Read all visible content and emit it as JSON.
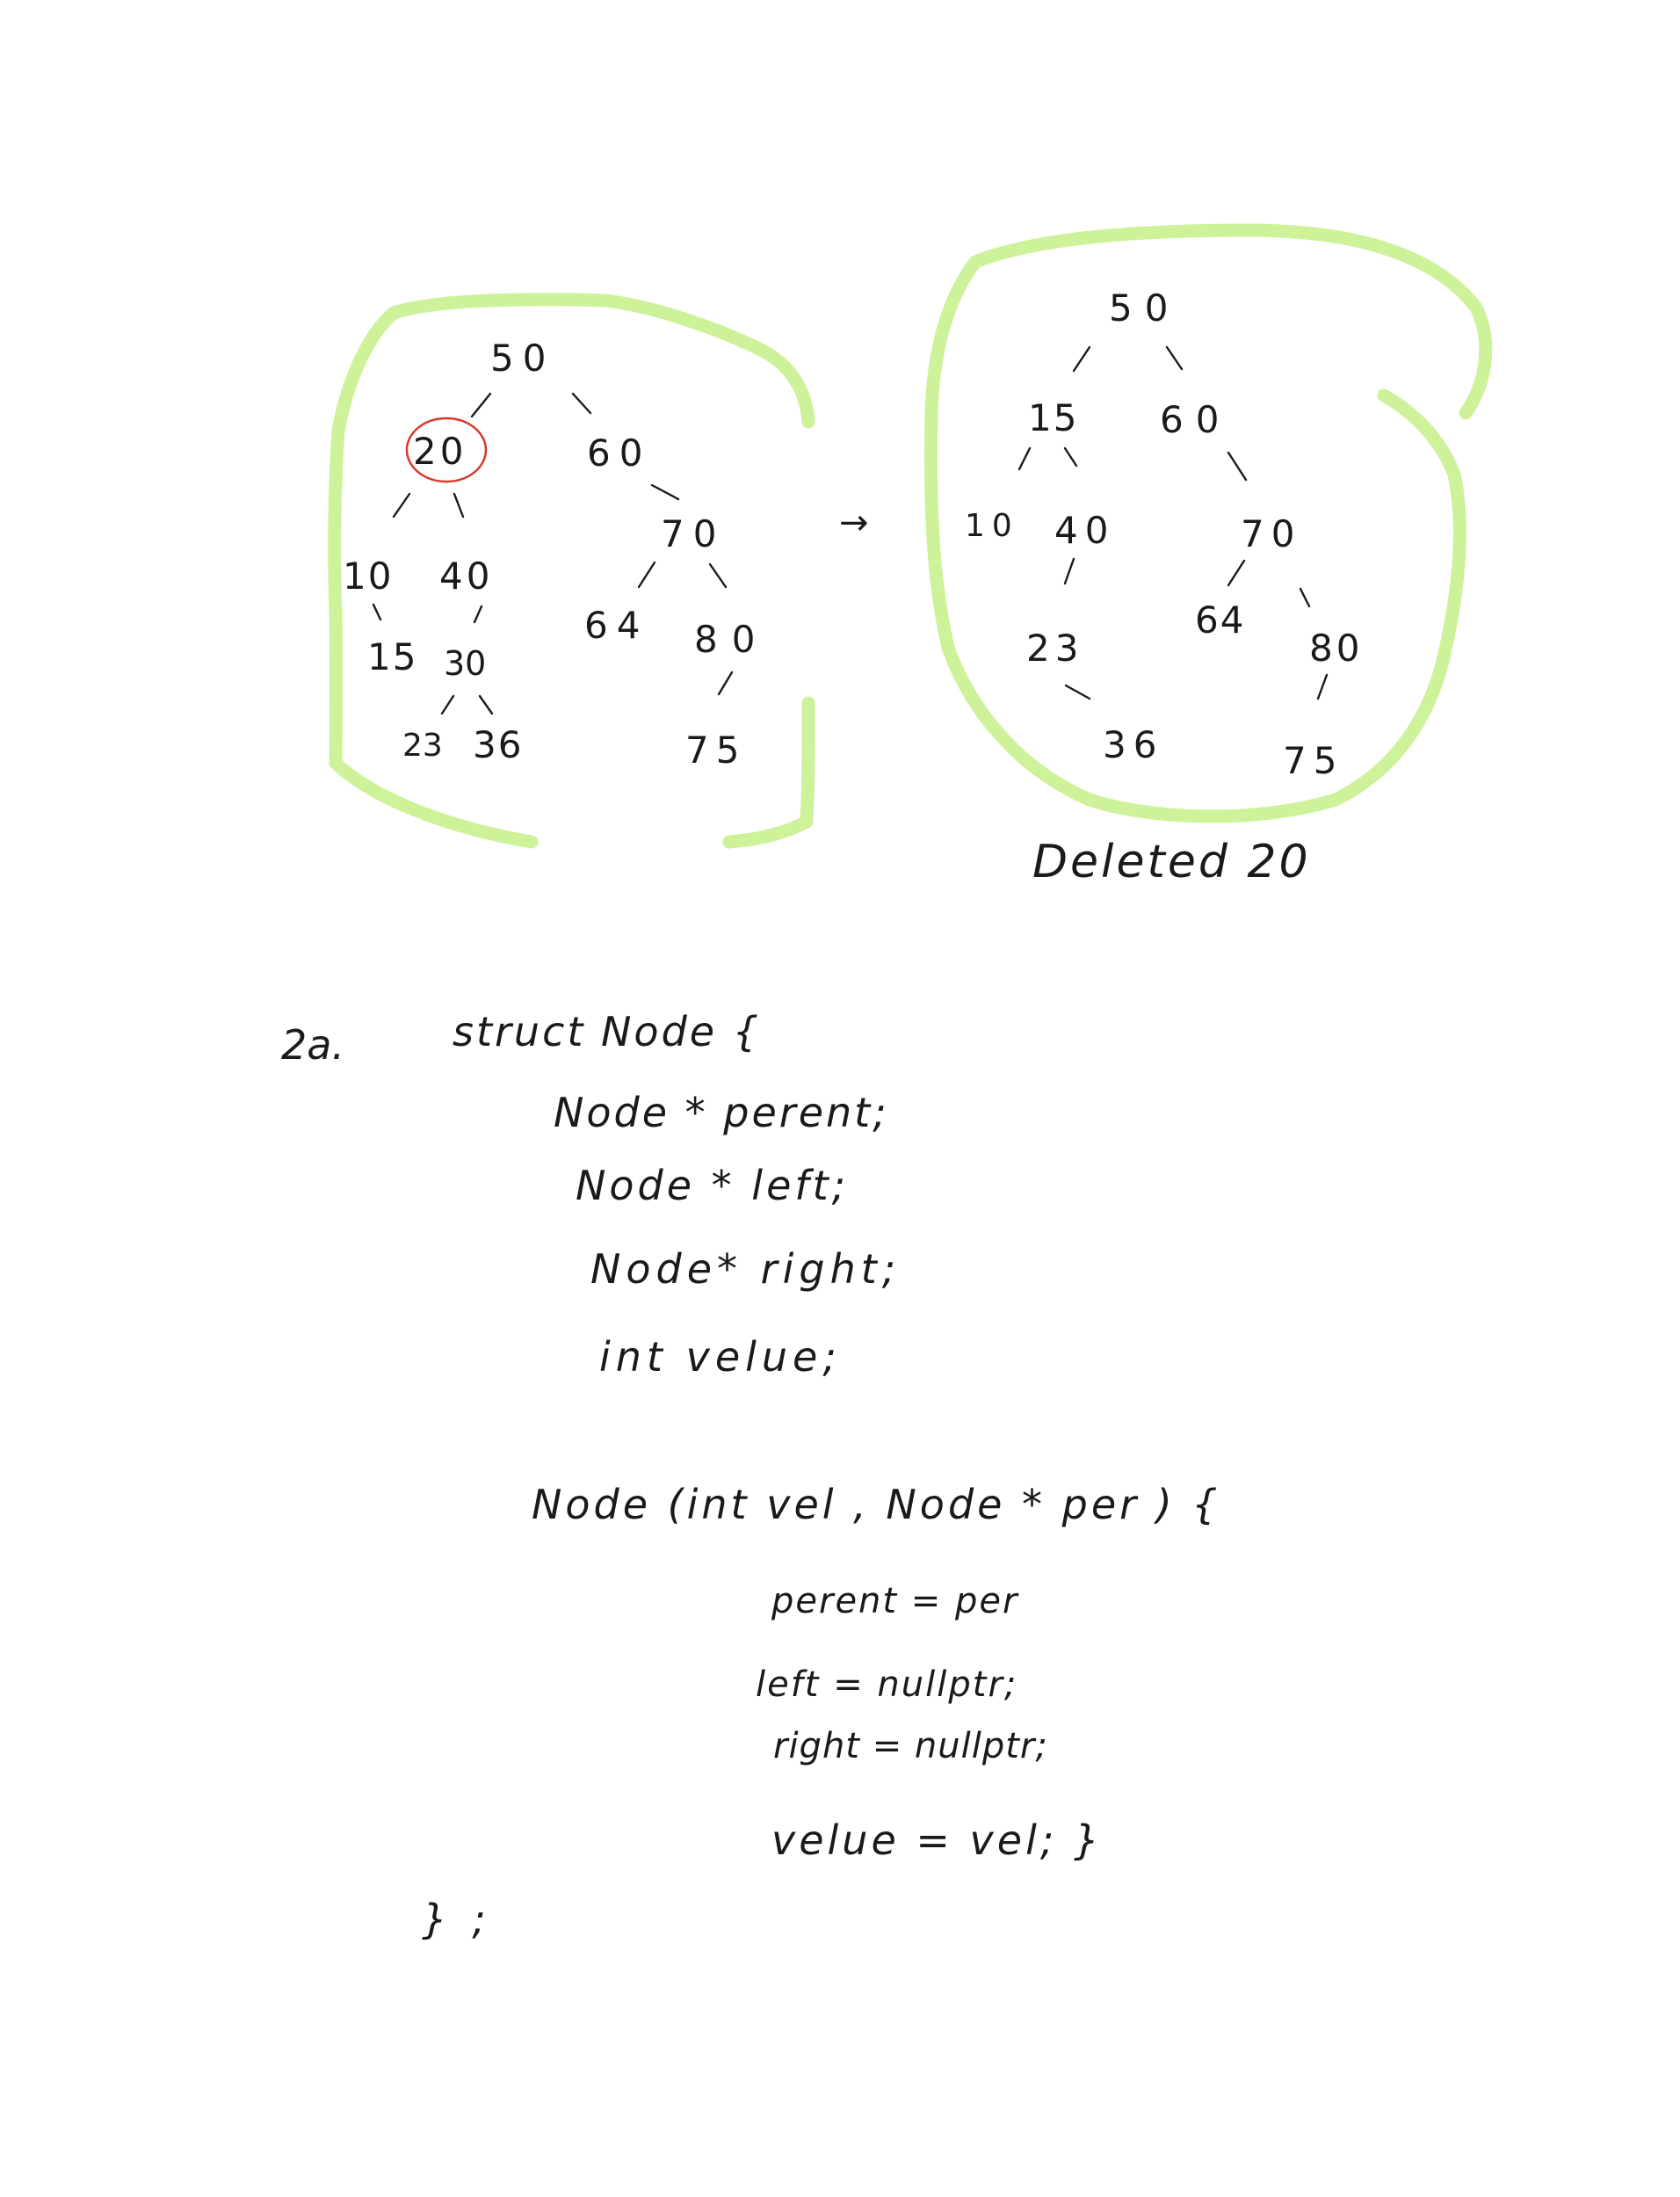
{
  "tree_before": {
    "nodes": [
      {
        "id": "n50",
        "label": "50"
      },
      {
        "id": "n20",
        "label": "20",
        "highlight": "red-circle"
      },
      {
        "id": "n60",
        "label": "60"
      },
      {
        "id": "n10",
        "label": "10"
      },
      {
        "id": "n40",
        "label": "40"
      },
      {
        "id": "n70",
        "label": "70"
      },
      {
        "id": "n15",
        "label": "15"
      },
      {
        "id": "n30",
        "label": "30"
      },
      {
        "id": "n64",
        "label": "64"
      },
      {
        "id": "n80",
        "label": "80"
      },
      {
        "id": "n23",
        "label": "23"
      },
      {
        "id": "n36",
        "label": "36"
      },
      {
        "id": "n75",
        "label": "75"
      }
    ],
    "edges": [
      [
        "n50",
        "n20"
      ],
      [
        "n50",
        "n60"
      ],
      [
        "n20",
        "n10"
      ],
      [
        "n20",
        "n40"
      ],
      [
        "n60",
        "n70"
      ],
      [
        "n10",
        "n15"
      ],
      [
        "n40",
        "n30"
      ],
      [
        "n70",
        "n64"
      ],
      [
        "n70",
        "n80"
      ],
      [
        "n30",
        "n23"
      ],
      [
        "n30",
        "n36"
      ],
      [
        "n80",
        "n75"
      ]
    ]
  },
  "arrow": "→",
  "tree_after": {
    "nodes": [
      {
        "id": "m50",
        "label": "50"
      },
      {
        "id": "m15",
        "label": "15"
      },
      {
        "id": "m60",
        "label": "60"
      },
      {
        "id": "m10",
        "label": "10"
      },
      {
        "id": "m40",
        "label": "40"
      },
      {
        "id": "m70",
        "label": "70"
      },
      {
        "id": "m23",
        "label": "23"
      },
      {
        "id": "m64",
        "label": "64"
      },
      {
        "id": "m80",
        "label": "80"
      },
      {
        "id": "m36",
        "label": "36"
      },
      {
        "id": "m75",
        "label": "75"
      }
    ],
    "edges": [
      [
        "m50",
        "m15"
      ],
      [
        "m50",
        "m60"
      ],
      [
        "m15",
        "m10"
      ],
      [
        "m15",
        "m40"
      ],
      [
        "m60",
        "m70"
      ],
      [
        "m40",
        "m23"
      ],
      [
        "m70",
        "m64"
      ],
      [
        "m70",
        "m80"
      ],
      [
        "m23",
        "m36"
      ],
      [
        "m80",
        "m75"
      ]
    ],
    "caption": "Deleted 20"
  },
  "code": {
    "label": "2a.",
    "lines": [
      "struct Node {",
      "Node * perent;",
      "Node * left;",
      "Node* right;",
      "int velue;",
      "Node (int vel , Node * per ) {",
      "perent = per",
      "left = nullptr;",
      "right = nullptr;",
      "velue = vel; }",
      "};"
    ]
  },
  "colors": {
    "ink": "#1a1a1a",
    "highlight_green": "#cdf29a",
    "highlight_red": "#d8392b"
  }
}
